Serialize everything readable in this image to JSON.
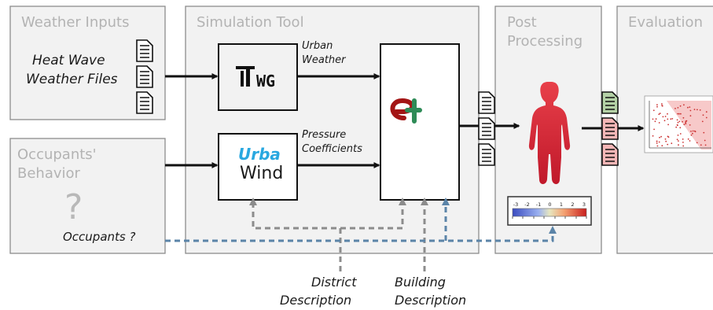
{
  "stages": {
    "weather": {
      "title": "Weather Inputs",
      "label_line1": "Heat Wave",
      "label_line2": "Weather Files"
    },
    "occupants": {
      "title_line1": "Occupants'",
      "title_line2": "Behavior",
      "question_mark": "?",
      "label": "Occupants ?"
    },
    "simulation": {
      "title": "Simulation Tool"
    },
    "post": {
      "title_line1": "Post",
      "title_line2": "Processing"
    },
    "evaluation": {
      "title": "Evaluation"
    }
  },
  "tools": {
    "uwg": {
      "logo_text": "WG"
    },
    "urbawind": {
      "line1": "Urba",
      "line2": "Wind"
    }
  },
  "connectors": {
    "urban_weather": {
      "line1": "Urban",
      "line2": "Weather"
    },
    "pressure": {
      "line1": "Pressure",
      "line2": "Coefficients"
    }
  },
  "bottom_labels": {
    "district": {
      "line1": "District",
      "line2": "Description"
    },
    "building": {
      "line1": "Building",
      "line2": "Description"
    }
  },
  "pmv_scale": {
    "ticks": [
      "-3",
      "-2",
      "-1",
      "0",
      "1",
      "2",
      "3"
    ]
  },
  "colors": {
    "panel_fill": "#f2f2f2",
    "panel_stroke": "#8c8c8c",
    "arrow": "#111111",
    "dash_gray": "#8c8c8c",
    "dash_blue": "#5b84a8",
    "body_red": "#d9282f",
    "doc_green": "#b4d1a6",
    "doc_red": "#f4b6b6",
    "urba_blue": "#29a8e0"
  }
}
